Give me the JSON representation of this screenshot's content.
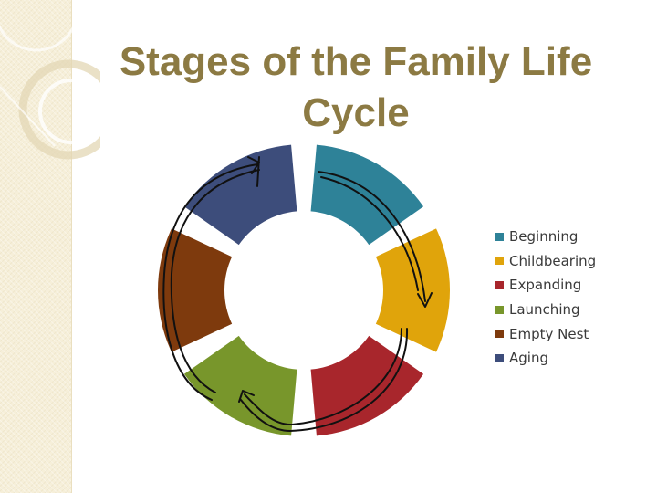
{
  "slide": {
    "title_lines": [
      "Stages of the Family Life",
      "Cycle"
    ]
  },
  "colors": {
    "title": "#8c7a43",
    "side_panel": "#f6efd9",
    "arrow_stroke": "#111111"
  },
  "stages": [
    {
      "label": "Beginning",
      "color": "#2e8298"
    },
    {
      "label": "Childbearing",
      "color": "#e0a40b"
    },
    {
      "label": "Expanding",
      "color": "#a8262c"
    },
    {
      "label": "Launching",
      "color": "#78962b"
    },
    {
      "label": "Empty Nest",
      "color": "#7e3a0d"
    },
    {
      "label": "Aging",
      "color": "#3d4d7b"
    }
  ]
}
